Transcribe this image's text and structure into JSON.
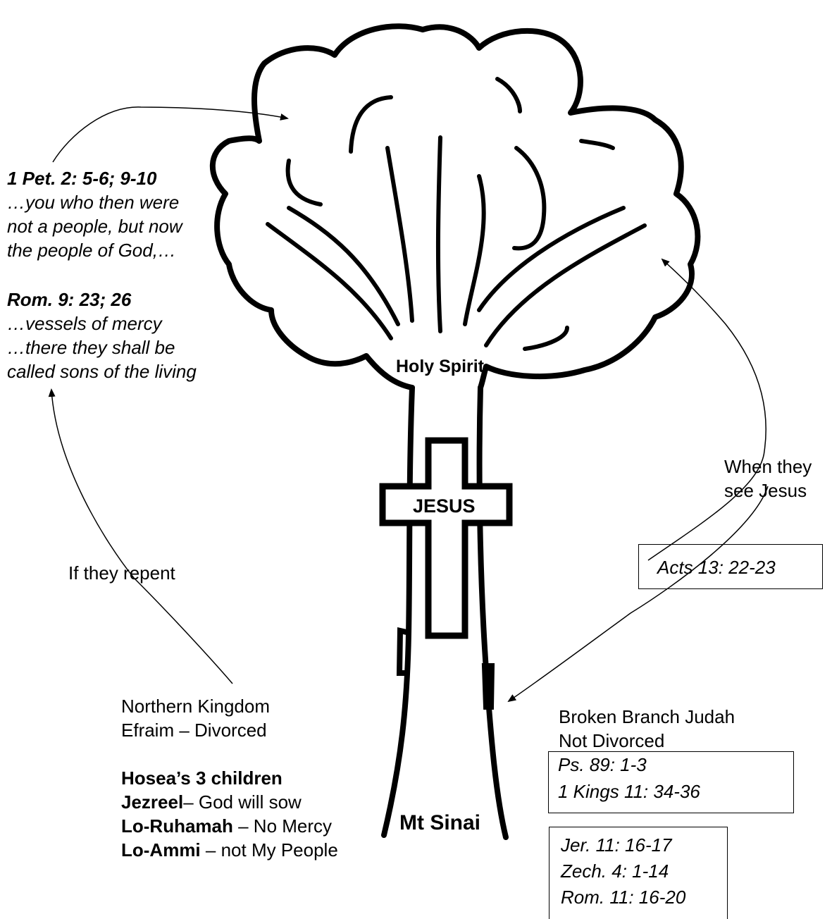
{
  "tree": {
    "canopy_label": "Holy Spirit",
    "cross_label": "JESUS",
    "root_label": "Mt Sinai"
  },
  "left_notes": {
    "peter_ref": "1 Pet. 2: 5-6; 9-10",
    "peter_text": [
      "…you who then were",
      "not a people, but now",
      "the people of God,…"
    ],
    "romans_ref": "Rom. 9: 23; 26",
    "romans_text": [
      "…vessels of mercy",
      "…there they shall be",
      "called sons of the living"
    ],
    "repent_label": "If they repent"
  },
  "northern": {
    "title": "Northern Kingdom",
    "subtitle": "Efraim – Divorced",
    "children_heading": "Hosea’s 3 children",
    "children": [
      {
        "name": "Jezreel",
        "meaning": "– God will sow"
      },
      {
        "name": "Lo-Ruhamah",
        "meaning": " – No Mercy"
      },
      {
        "name": "Lo-Ammi",
        "meaning": " – not My People"
      }
    ]
  },
  "right_notes": {
    "see_jesus": [
      "When they",
      "see Jesus"
    ],
    "acts_ref": "Acts 13: 22-23",
    "judah_title": "Broken Branch Judah",
    "judah_subtitle": "Not Divorced",
    "judah_refs": [
      "Ps. 89: 1-3",
      "1 Kings 11: 34-36"
    ],
    "more_refs": [
      "Jer. 11: 16-17",
      "Zech. 4: 1-14",
      "Rom. 11: 16-20"
    ]
  }
}
